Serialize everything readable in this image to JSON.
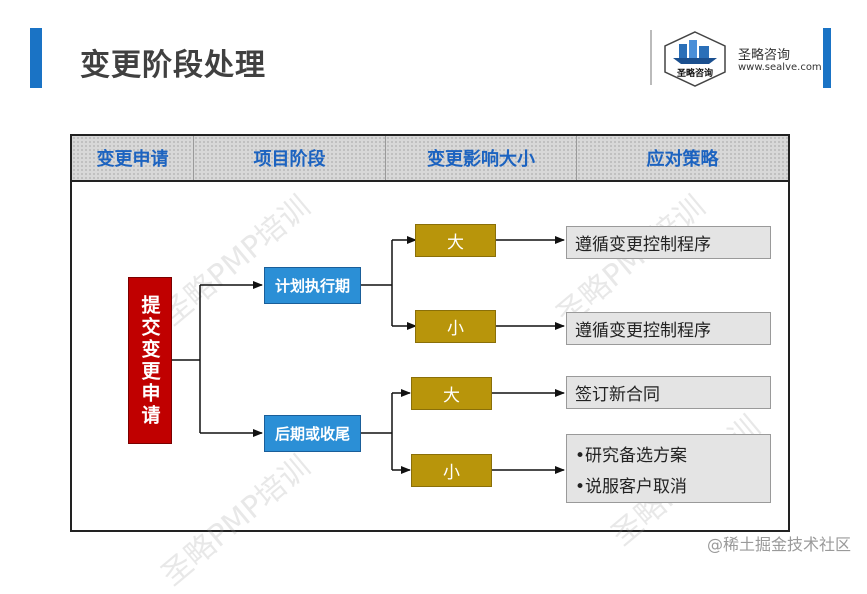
{
  "title": "变更阶段处理",
  "logo": {
    "cn": "圣略咨询",
    "url": "www.sealve.com",
    "badge": "圣略咨询"
  },
  "headers": [
    "变更申请",
    "项目阶段",
    "变更影响大小",
    "应对策略"
  ],
  "root": "提交变更申请",
  "stages": [
    "计划执行期",
    "后期或收尾"
  ],
  "sizes": [
    "大",
    "小",
    "大",
    "小"
  ],
  "strategies": [
    "遵循变更控制程序",
    "遵循变更控制程序",
    "签订新合同"
  ],
  "strategy_list": [
    "•研究备选方案",
    "•说服客户取消"
  ],
  "watermarks": [
    "圣略PMP培训",
    "圣略PMP培训",
    "圣略PMP培训",
    "圣略PMP培训"
  ],
  "credit": "@稀土掘金技术社区",
  "colors": {
    "accent": "#1a73c5",
    "root": "#c00000",
    "stage": "#2b8fd6",
    "size": "#b8950b"
  }
}
